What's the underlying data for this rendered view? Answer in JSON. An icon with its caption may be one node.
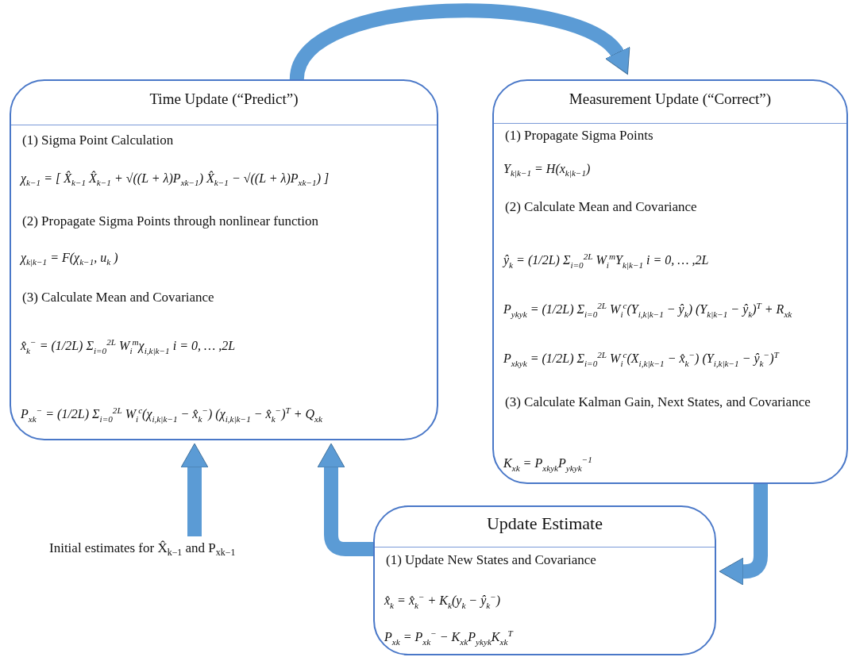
{
  "diagram": {
    "nodes": [
      {
        "text": [
          "Time Update (“Predict”)",
          "(1) Sigma Point Calculation",
          "χ$_{k−1}$ = [ X̂$_{k−1}$    X̂$_{k−1}$ + √((L + λ)P$_{x}$$_{k−1}$)    X̂$_{k−1}$ − √((L + λ)P$_{x}$$_{k−1}$) ]",
          "(2) Propagate Sigma Points through nonlinear function",
          "χ$_{k|k−1}$ = F(χ$_{k−1}$, u$_{k}$ )",
          "(3) Calculate Mean and Covariance",
          "x̂$_{k}$$^{−}$ = (1/2L) Σ$_{i=0}$$^{2L}$ W$_{i}$$^{m}$χ$_{i,k|k−1}$          i = 0, … ,2L",
          "P$_{x}$$_{k}$$^{−}$ = (1/2L) Σ$_{i=0}$$^{2L}$ W$_{i}$$^{c}$(χ$_{i,k|k−1}$ − x̂$_{k}$$^{−}$) (χ$_{i,k|k−1}$ − x̂$_{k}$$^{−}$)$^{T}$ + Q$_{x}$$_{k}$"
        ]
      },
      {
        "text": [
          "Measurement Update (“Correct”)",
          "(1) Propagate Sigma Points",
          "Y$_{k|k−1}$ = H(x$_{k|k−1}$)",
          "(2) Calculate Mean and Covariance",
          "ŷ$_{k}$ = (1/2L) Σ$_{i=0}$$^{2L}$ W$_{i}$$^{m}$Y$_{k|k−1}$     i = 0, … ,2L",
          "P$_{y}$$_{k}$$_{y}$$_{k}$ = (1/2L) Σ$_{i=0}$$^{2L}$ W$_{i}$$^{c}$(Y$_{i,k|k−1}$ − ŷ$_{k}$) (Y$_{k|k−1}$ − ŷ$_{k}$)$^{T}$ + R$_{x}$$_{k}$",
          "P$_{x}$$_{k}$$_{y}$$_{k}$ = (1/2L) Σ$_{i=0}$$^{2L}$ W$_{i}$$^{c}$(X$_{i,k|k−1}$ − x̂$_{k}$$^{−}$) (Y$_{i,k|k−1}$ − ŷ$_{k}$$^{−}$)$^{T}$",
          "(3) Calculate Kalman Gain, Next States, and Covariance",
          "K$_{x}$$_{k}$ = P$_{x}$$_{k}$$_{y}$$_{k}$P$_{y}$$_{k}$$_{y}$$_{k}$$^{−1}$"
        ]
      },
      {
        "text": [
          "Update Estimate",
          "(1) Update New States and Covariance",
          "x̂$_{k}$ = x̂$_{k}$$^{−}$ + K$_{k}$(y$_{k}$ − ŷ$_{k}$$^{−}$)",
          "P$_{x}$$_{k}$ = P$_{x}$$_{k}$$^{−}$ − K$_{x}$$_{k}$P$_{y}$$_{k}$$_{y}$$_{k}$K$_{x}$$_{k}$$^{T}$"
        ]
      },
      {
        "text": [
          "Initial estimates for X̂$_{k−1}$ and  P$_{x}$$_{k−1}$"
        ]
      }
    ],
    "edges": [
      {
        "from": 0,
        "to": 1,
        "arrow": "to"
      },
      {
        "from": 1,
        "to": 2,
        "arrow": "to"
      },
      {
        "from": 2,
        "to": 0,
        "arrow": "to"
      },
      {
        "from": 3,
        "to": 0,
        "arrow": "to"
      }
    ]
  }
}
